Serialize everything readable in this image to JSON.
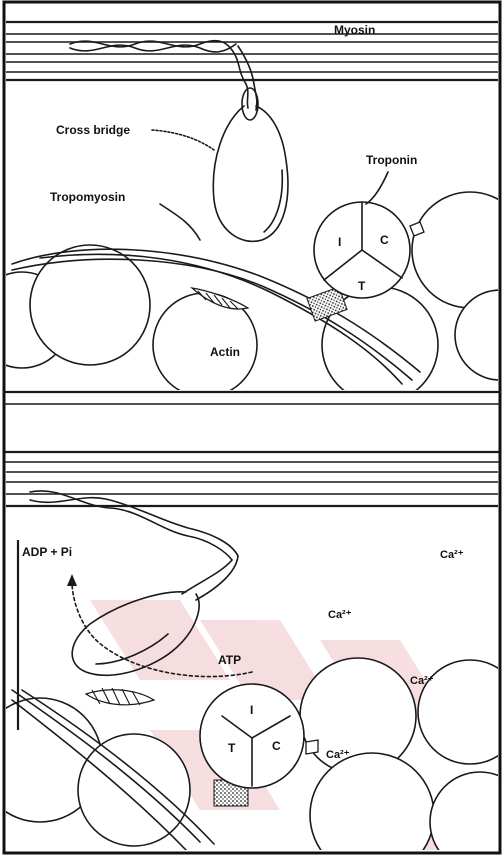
{
  "figure": {
    "top_panel": {
      "labels": {
        "myosin": "Myosin",
        "cross_bridge": "Cross bridge",
        "troponin": "Troponin",
        "tropomyosin": "Tropomyosin",
        "actin": "Actin"
      },
      "troponin_subunits": {
        "i": "I",
        "c": "C",
        "t": "T"
      }
    },
    "bottom_panel": {
      "labels": {
        "adp_pi": "ADP + Pi",
        "atp": "ATP"
      },
      "calcium": [
        "Ca²⁺",
        "Ca²⁺",
        "Ca²⁺",
        "Ca²⁺"
      ],
      "troponin_subunits": {
        "i": "I",
        "t": "T",
        "c": "C"
      }
    },
    "watermark_color": "#e8a3a8"
  }
}
